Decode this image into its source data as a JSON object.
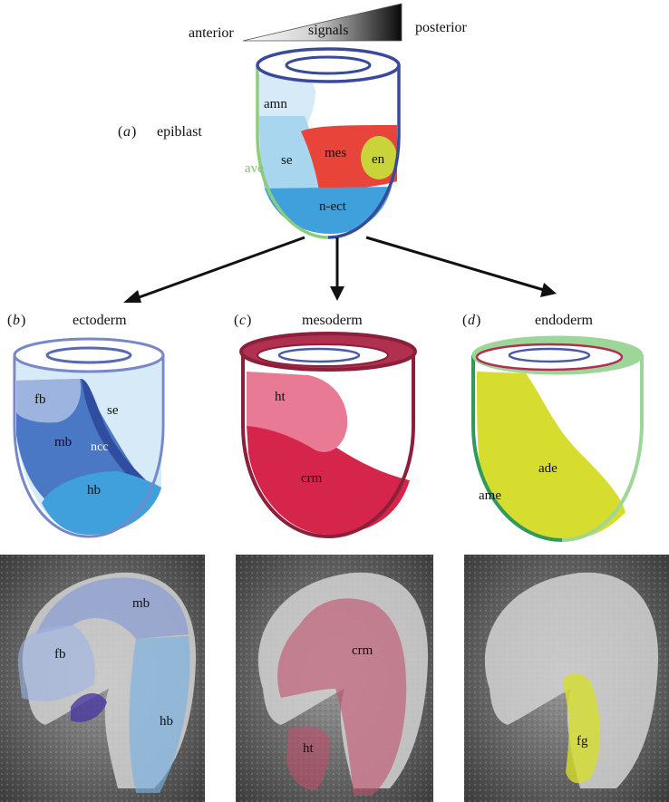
{
  "gradient_bar": {
    "anterior": "anterior",
    "signals": "signals",
    "posterior": "posterior"
  },
  "panel_a": {
    "letter": "a",
    "title": "epiblast",
    "regions": {
      "amn": "amn",
      "se": "se",
      "mes": "mes",
      "en": "en",
      "n_ect": "n-ect",
      "ave": "ave"
    }
  },
  "panel_b": {
    "letter": "b",
    "title": "ectoderm",
    "regions": {
      "fb": "fb",
      "se": "se",
      "mb": "mb",
      "ncc": "ncc",
      "hb": "hb"
    }
  },
  "panel_c": {
    "letter": "c",
    "title": "mesoderm",
    "regions": {
      "ht": "ht",
      "crm": "crm"
    }
  },
  "panel_d": {
    "letter": "d",
    "title": "endoderm",
    "regions": {
      "ade": "ade",
      "ame": "ame"
    }
  },
  "photos": {
    "left": {
      "mb": "mb",
      "fb": "fb",
      "hb": "hb"
    },
    "middle": {
      "crm": "crm",
      "ht": "ht"
    },
    "right": {
      "fg": "fg"
    }
  },
  "colors": {
    "outline_blue": "#3a4a9a",
    "ave_green": "#8ccc7a",
    "mes_red": "#e8443a",
    "en_yellow": "#c9d43a",
    "se_lightblue": "#a9d6ef",
    "nect_blue": "#3fa0dc",
    "mesoderm_crimson": "#d6254a",
    "ht_pink": "#e87a96",
    "endoderm_yellow": "#d6dd2e",
    "ame_green": "#2f9a5a"
  }
}
